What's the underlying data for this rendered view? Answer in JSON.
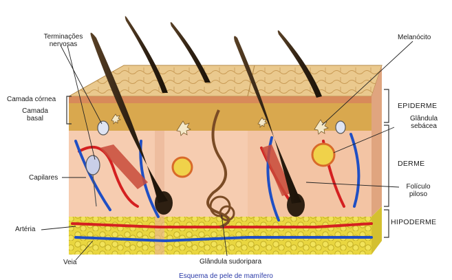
{
  "labels": {
    "terminacoes": [
      "Terminações",
      "nervosas"
    ],
    "camada_cornea": "Camada córnea",
    "camada_basal": [
      "Camada",
      "basal"
    ],
    "capilares": "Capilares",
    "arteria": "Artéria",
    "veia": "Veia",
    "glandula_sudoripara": "Glândula sudoripara",
    "melanocito": "Melanócito",
    "glandula_sebacea": [
      "Glândula",
      "sebácea"
    ],
    "foliculo_piloso": [
      "Folículo",
      "piloso"
    ]
  },
  "layers": {
    "epiderme": "EPIDERME",
    "derme": "DERME",
    "hipoderme": "HIPODERME"
  },
  "caption": "Esquema de pele de mamífero",
  "colors": {
    "hair": "#3b2a18",
    "epidermis_top": "#e8c48a",
    "basal": "#d9a24a",
    "dermis": "#f4c6a8",
    "fat": "#e6d23a",
    "artery": "#d42020",
    "vein": "#1f4fc4",
    "leader": "#222222"
  }
}
